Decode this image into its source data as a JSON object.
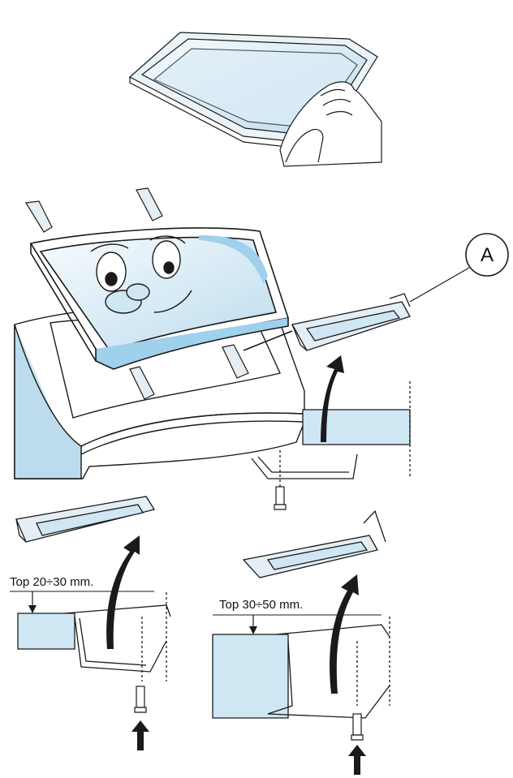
{
  "callout": {
    "letter": "A"
  },
  "labels": {
    "left_depth": "Top 20÷30 mm.",
    "right_depth": "Top 30÷50 mm."
  },
  "colors": {
    "line": "#1a1a1a",
    "glass": "#cfe6f3",
    "glass_dark": "#9fd0ec",
    "metal": "#e4eef4",
    "skin": "#f4f8fb"
  }
}
